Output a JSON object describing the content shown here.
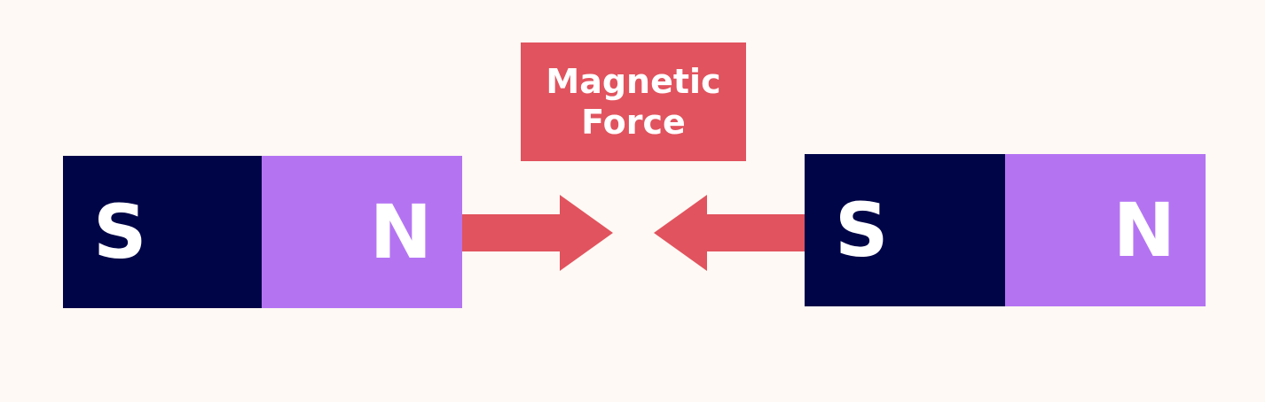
{
  "label": {
    "line1": "Magnetic",
    "line2": "Force"
  },
  "magnet_left": {
    "south": "S",
    "north": "N"
  },
  "magnet_right": {
    "south": "S",
    "north": "N"
  },
  "colors": {
    "south": "#000548",
    "north": "#b474f2",
    "force": "#e1535e",
    "background": "#fef9f4"
  }
}
